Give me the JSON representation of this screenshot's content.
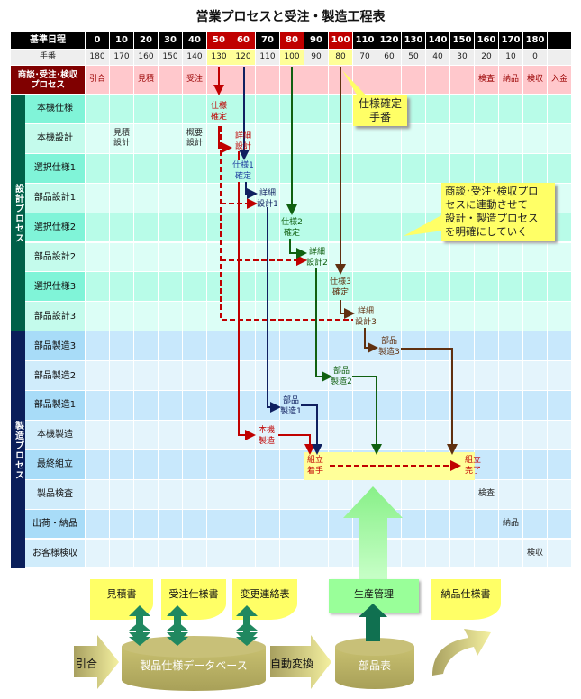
{
  "title": "営業プロセスと受注・製造工程表",
  "header": {
    "label": "基準日程",
    "days": [
      "0",
      "10",
      "20",
      "30",
      "40",
      "50",
      "60",
      "70",
      "80",
      "90",
      "100",
      "110",
      "120",
      "130",
      "140",
      "150",
      "160",
      "170",
      "180",
      ""
    ],
    "highlight_days": [
      "50",
      "60",
      "80",
      "100"
    ]
  },
  "teban": {
    "label": "手番",
    "values": [
      "180",
      "170",
      "160",
      "150",
      "140",
      "130",
      "120",
      "110",
      "100",
      "90",
      "80",
      "70",
      "60",
      "50",
      "40",
      "30",
      "20",
      "10",
      "0",
      ""
    ],
    "highlight_values": [
      "130",
      "120",
      "100",
      "80"
    ]
  },
  "process": {
    "label": "商談･受注･検収\nプロセス",
    "items": [
      {
        "col": 0,
        "text": "引合"
      },
      {
        "col": 2,
        "text": "見積"
      },
      {
        "col": 4,
        "text": "受注"
      },
      {
        "col": 16,
        "text": "検査"
      },
      {
        "col": 17,
        "text": "納品"
      },
      {
        "col": 18,
        "text": "検収"
      },
      {
        "col": 19,
        "text": "入金"
      }
    ]
  },
  "sections": {
    "design": "設計プロセス",
    "manufacturing": "製造プロセス"
  },
  "rows": [
    {
      "label": "本機仕様",
      "items": []
    },
    {
      "label": "本機設計",
      "items": [
        {
          "col": 1,
          "text": "見積\n設計"
        },
        {
          "col": 4,
          "text": "概要\n設計"
        }
      ]
    },
    {
      "label": "選択仕様1",
      "items": []
    },
    {
      "label": "部品設計1",
      "items": []
    },
    {
      "label": "選択仕様2",
      "items": []
    },
    {
      "label": "部品設計2",
      "items": []
    },
    {
      "label": "選択仕様3",
      "items": []
    },
    {
      "label": "部品設計3",
      "items": []
    },
    {
      "label": "部品製造3",
      "items": []
    },
    {
      "label": "部品製造2",
      "items": []
    },
    {
      "label": "部品製造1",
      "items": []
    },
    {
      "label": "本機製造",
      "items": []
    },
    {
      "label": "最終組立",
      "items": []
    },
    {
      "label": "製品検査",
      "items": [
        {
          "col": 16,
          "text": "検査"
        }
      ]
    },
    {
      "label": "出荷・納品",
      "items": [
        {
          "col": 17,
          "text": "納品"
        }
      ]
    },
    {
      "label": "お客様検収",
      "items": [
        {
          "col": 18,
          "text": "検収"
        }
      ]
    }
  ],
  "flow": {
    "spec_fixed": "仕様\n確定",
    "detail_design": "詳細\n設計",
    "spec1_fixed": "仕様1\n確定",
    "detail_design1": "詳細\n設計1",
    "spec2_fixed": "仕様2\n確定",
    "detail_design2": "詳細\n設計2",
    "spec3_fixed": "仕様3\n確定",
    "detail_design3": "詳細\n設計3",
    "part_mfg3": "部品\n製造3",
    "part_mfg2": "部品\n製造2",
    "part_mfg1": "部品\n製造1",
    "main_mfg": "本機\n製造",
    "assembly_start": "組立\n着手",
    "assembly_done": "組立\n完了"
  },
  "callouts": {
    "spec_teban": "仕様確定\n手番",
    "linkage": "商談･受注･検収プロ\nセスに連動させて\n設計・製造プロセス\nを明確にしていく"
  },
  "bottom": {
    "docs": [
      "見積書",
      "受注仕様書",
      "変更連絡表"
    ],
    "production": "生産管理",
    "delivery_spec": "納品仕様書",
    "inquiry": "引合",
    "database": "製品仕様データベース",
    "auto_convert": "自動変換",
    "parts_table": "部品表"
  },
  "colors": {
    "red": "#c00000",
    "navy": "#102060",
    "green": "#106010",
    "brown": "#603010",
    "design_section": "#006048",
    "mfg_section": "#0a1e5a"
  }
}
